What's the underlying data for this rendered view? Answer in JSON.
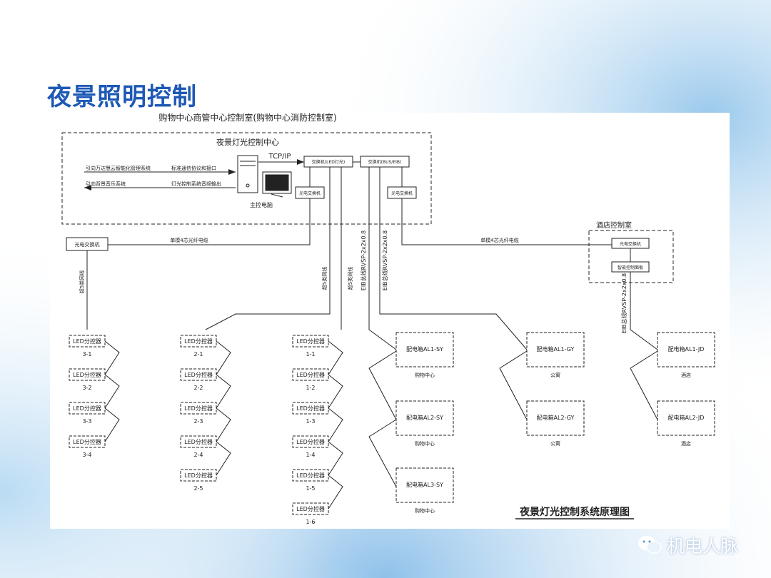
{
  "slide": {
    "title": "夜景照明控制"
  },
  "colors": {
    "title": "#1d58b5",
    "line": "#222222",
    "watermark": "#ffffff"
  },
  "diagram": {
    "caption": "夜景灯光控制系统原理图",
    "top_room": "购物中心商管中心控制室(购物中心消防控制室)",
    "control_center": "夜景灯光控制中心",
    "protocol": "TCP/IP",
    "switch_led": "交换机(LED灯光)",
    "switch_bus": "交换机(BUS/EIB)",
    "optical_switch": "光电交换机",
    "main_pc": "主控电脑",
    "link_smart_mgmt": "引向万达慧云智能化管理系统",
    "link_std_protocol": "标准通信协议和接口",
    "link_bg_music": "引向背景音乐系统",
    "link_audio_out": "灯光控制系统音频输出",
    "fiber_cable": "单模4芯光纤电缆",
    "cat5_cable": "超5类网线",
    "eib_cable": "EIB总线RVSP-2x2x0.8",
    "hotel_room": "酒店控制室",
    "smart_panel": "智能控制面板",
    "led_controller": "LED分控器",
    "col3": [
      "3-1",
      "3-2",
      "3-3",
      "3-4"
    ],
    "col2": [
      "2-1",
      "2-2",
      "2-3",
      "2-4",
      "2-5"
    ],
    "col1": [
      "1-1",
      "1-2",
      "1-3",
      "1-4",
      "1-5",
      "1-6"
    ],
    "boxes_sy": [
      "配电箱AL1-SY",
      "配电箱AL2-SY",
      "配电箱AL3-SY"
    ],
    "label_sy": "购物中心",
    "boxes_gy": [
      "配电箱AL1-GY",
      "配电箱AL2-GY"
    ],
    "label_gy": "公寓",
    "boxes_jd": [
      "配电箱AL1-JD",
      "配电箱AL2-JD"
    ],
    "label_jd": "酒店"
  },
  "watermark": {
    "icon": "wechat-icon",
    "text": "机电人脉"
  }
}
